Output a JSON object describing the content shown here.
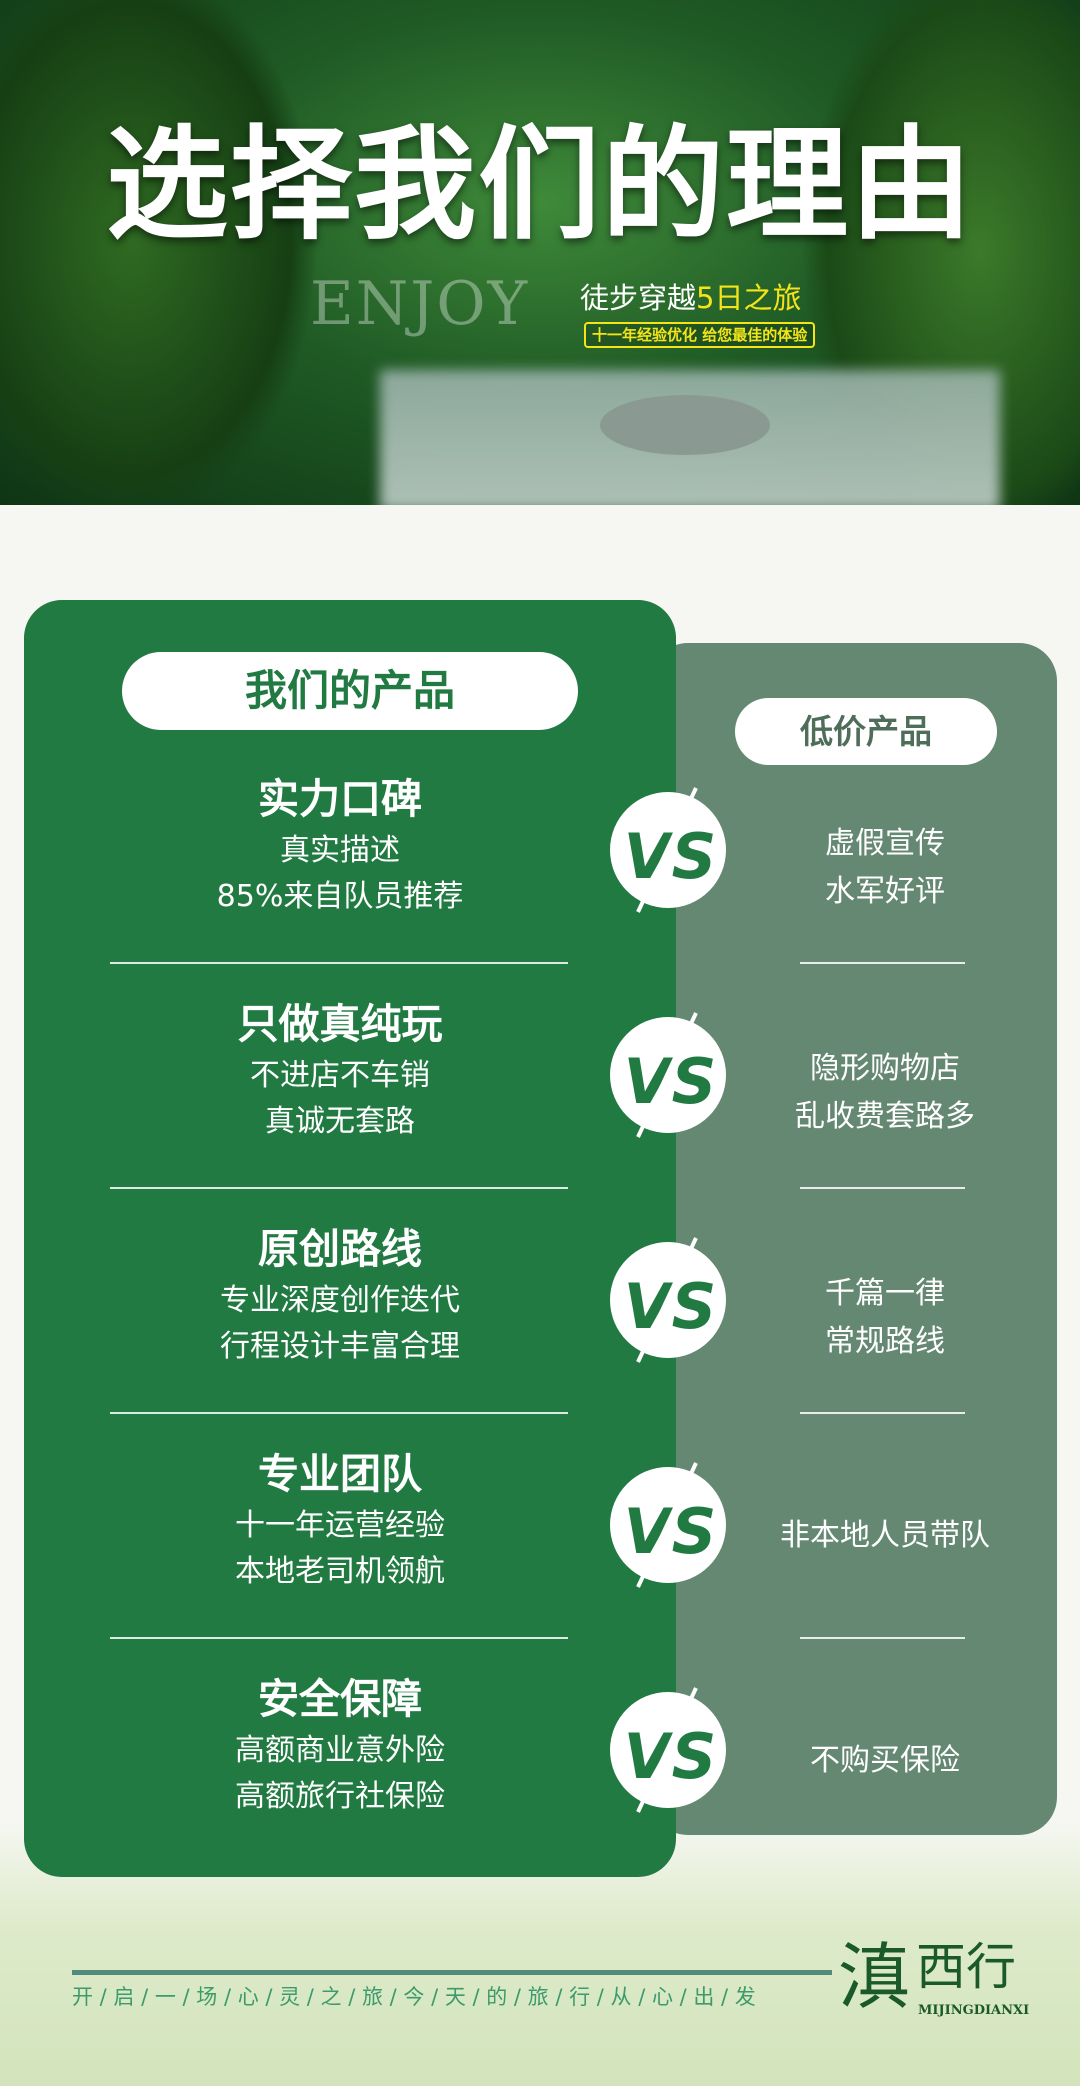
{
  "hero": {
    "title": "选择我们的理由",
    "watermark": "ENJOY",
    "subtitle_prefix": "徒步穿越",
    "subtitle_highlight": "5日之旅",
    "tagline": "十一年经验优化 给您最佳的体验"
  },
  "colors": {
    "primary": "#217a42",
    "secondary": "#658872",
    "accent": "#f4e418"
  },
  "ours": {
    "label": "我们的产品",
    "rows": [
      {
        "title": "实力口碑",
        "lines": [
          "真实描述",
          "85%来自队员推荐"
        ]
      },
      {
        "title": "只做真纯玩",
        "lines": [
          "不进店不车销",
          "真诚无套路"
        ]
      },
      {
        "title": "原创路线",
        "lines": [
          "专业深度创作迭代",
          "行程设计丰富合理"
        ]
      },
      {
        "title": "专业团队",
        "lines": [
          "十一年运营经验",
          "本地老司机领航"
        ]
      },
      {
        "title": "安全保障",
        "lines": [
          "高额商业意外险",
          "高额旅行社保险"
        ]
      }
    ]
  },
  "others": {
    "label": "低价产品",
    "rows": [
      {
        "lines": [
          "虚假宣传",
          "水军好评"
        ]
      },
      {
        "lines": [
          "隐形购物店",
          "乱收费套路多"
        ]
      },
      {
        "lines": [
          "千篇一律",
          "常规路线"
        ]
      },
      {
        "lines": [
          "非本地人员带队"
        ]
      },
      {
        "lines": [
          "不购买保险"
        ]
      }
    ]
  },
  "vs_label": "VS",
  "footer": {
    "slogan": "开 / 启 / 一 / 场 / 心 / 灵 / 之 / 旅 / 今 / 天 / 的 / 旅 / 行 / 从 / 心 / 出 / 发",
    "logo_big": "滇",
    "logo_small": "西行",
    "logo_pinyin": "MIJINGDIANXI"
  }
}
